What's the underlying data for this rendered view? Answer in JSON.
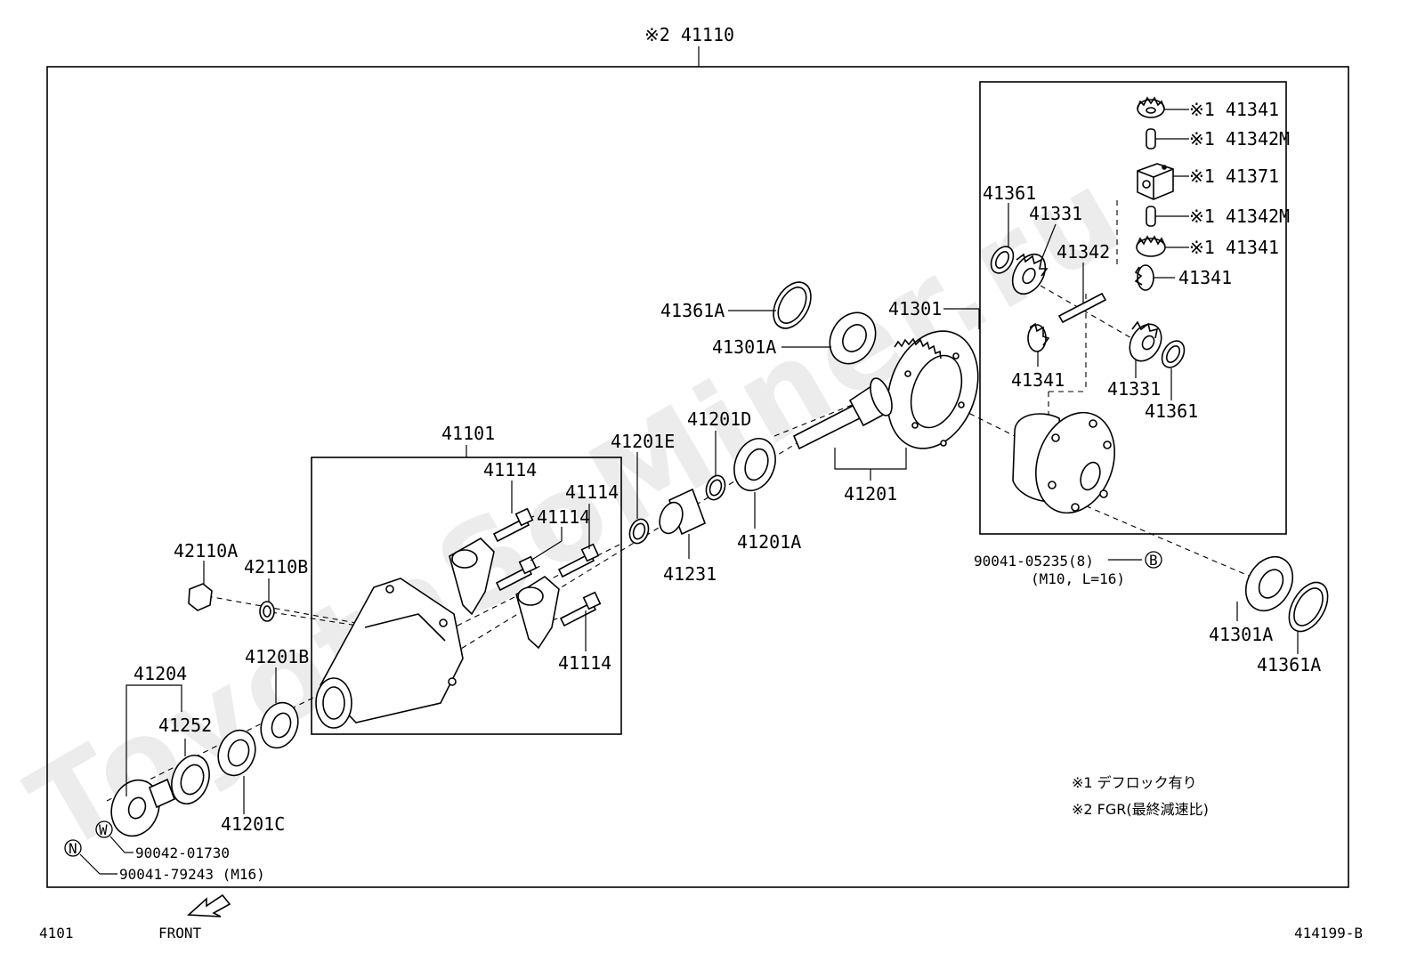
{
  "title_ref": "※2 41110",
  "page_code_left": "4101",
  "page_code_right": "414199-B",
  "front_label": "FRONT",
  "watermark": "ToyotaSoMiner.ru",
  "notes": {
    "n1": "※1 デフロック有り",
    "n2": "※2 FGR(最終減速比)"
  },
  "circle_marks": {
    "b": "B",
    "w": "W",
    "n": "N"
  },
  "labels": {
    "l41341_a": "※1 41341",
    "l41342M_a": "※1 41342M",
    "l41371": "※1 41371",
    "l41342M_b": "※1 41342M",
    "l41341_b": "※1 41341",
    "l41341_c": "41341",
    "l41361_top": "41361",
    "l41331_top": "41331",
    "l41342": "41342",
    "l41341_d": "41341",
    "l41331_bot": "41331",
    "l41361_bot": "41361",
    "l41301": "41301",
    "l41361A_top": "41361A",
    "l41301A_top": "41301A",
    "l41201": "41201",
    "l41201D": "41201D",
    "l41201E": "41201E",
    "l41201A": "41201A",
    "l41231": "41231",
    "l41101": "41101",
    "l41114_a": "41114",
    "l41114_b": "41114",
    "l41114_c": "41114",
    "l41114_d": "41114",
    "l42110A": "42110A",
    "l42110B": "42110B",
    "l41201B": "41201B",
    "l41204": "41204",
    "l41252": "41252",
    "l41201C": "41201C",
    "l90042": "90042-01730",
    "l90041_79243": "90041-79243 (M16)",
    "l90041_05235": "90041-05235(8)",
    "l90041_05235_sub": "(M10, L=16)",
    "l41301A_bot": "41301A",
    "l41361A_bot": "41361A"
  }
}
